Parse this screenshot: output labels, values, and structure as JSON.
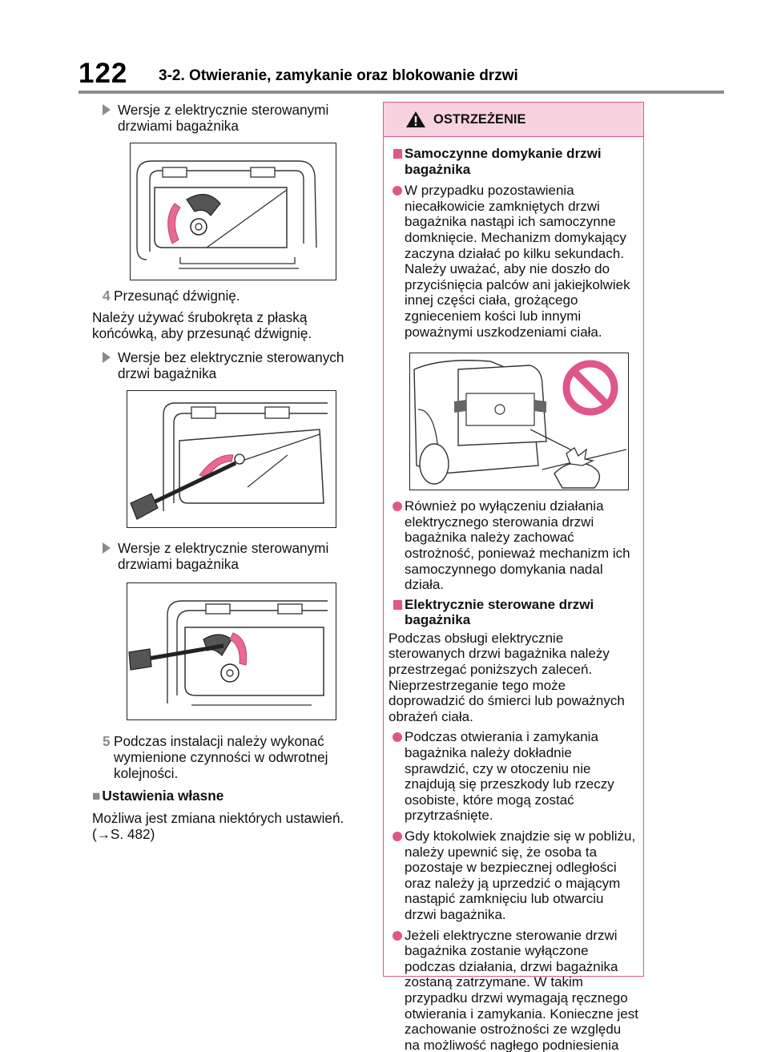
{
  "header": {
    "page_number": "122",
    "section_title": "3-2. Otwieranie, zamykanie oraz blokowanie drzwi"
  },
  "left": {
    "bullet1": "Wersje z elektrycznie sterowanymi drzwiami bagażnika",
    "step4_num": "4",
    "step4_text": "Przesunąć dźwignię.",
    "para1": "Należy używać śrubokręta z płaską końcówką, aby przesunąć dźwignię.",
    "bullet2": "Wersje bez elektrycznie sterowanych drzwi bagażnika",
    "bullet3": "Wersje z elektrycznie sterowanymi drzwiami bagażnika",
    "step5_num": "5",
    "step5_text": "Podczas instalacji należy wykonać wymienione czynności w odwrotnej kolejności.",
    "custom_head": "Ustawienia własne",
    "custom_text": "Możliwa jest zmiana niektórych ustawień.",
    "custom_ref": "(→S. 482)"
  },
  "warning": {
    "title": "OSTRZEŻENIE",
    "head1": "Samoczynne domykanie drzwi bagażnika",
    "item1": "W przypadku pozostawienia niecałkowicie zamkniętych drzwi bagażnika nastąpi ich samoczynne domknięcie. Mechanizm domykający zaczyna działać po kilku sekundach. Należy uważać, aby nie doszło do przyciśnięcia palców ani jakiejkolwiek innej części ciała, grożącego zgnieceniem kości lub innymi poważnymi uszkodzeniami ciała.",
    "item2": "Również po wyłączeniu działania elektrycznego sterowania drzwi bagażnika należy zachować ostrożność, ponieważ mechanizm ich samoczynnego domykania nadal działa.",
    "head2": "Elektrycznie sterowane drzwi bagażnika",
    "para2": "Podczas obsługi elektrycznie sterowanych drzwi bagażnika należy przestrzegać poniższych zaleceń. Nieprzestrzeganie tego może doprowadzić do śmierci lub poważnych obrażeń ciała.",
    "item3": "Podczas otwierania i zamykania bagażnika należy dokładnie sprawdzić, czy w otoczeniu nie znajdują się przeszkody lub rzeczy osobiste, które mogą zostać przytrzaśnięte.",
    "item4": "Gdy ktokolwiek znajdzie się w pobliżu, należy upewnić się, że osoba ta pozostaje w bezpiecznej odległości oraz należy ją uprzedzić o mającym nastąpić zamknięciu lub otwarciu drzwi bagażnika.",
    "item5": "Jeżeli elektryczne sterowanie drzwi bagażnika zostanie wyłączone podczas działania, drzwi bagażnika zostaną zatrzymane. W takim przypadku drzwi wymagają ręcznego otwierania i zamykania. Konieczne jest zachowanie ostrożności ze względu na możliwość nagłego podniesienia się lub opadnięcia drzwi bagażnika."
  },
  "colors": {
    "accent": "#e0568a",
    "warning_bg": "#f9d2df",
    "gray_marker": "#8a8a8a"
  }
}
